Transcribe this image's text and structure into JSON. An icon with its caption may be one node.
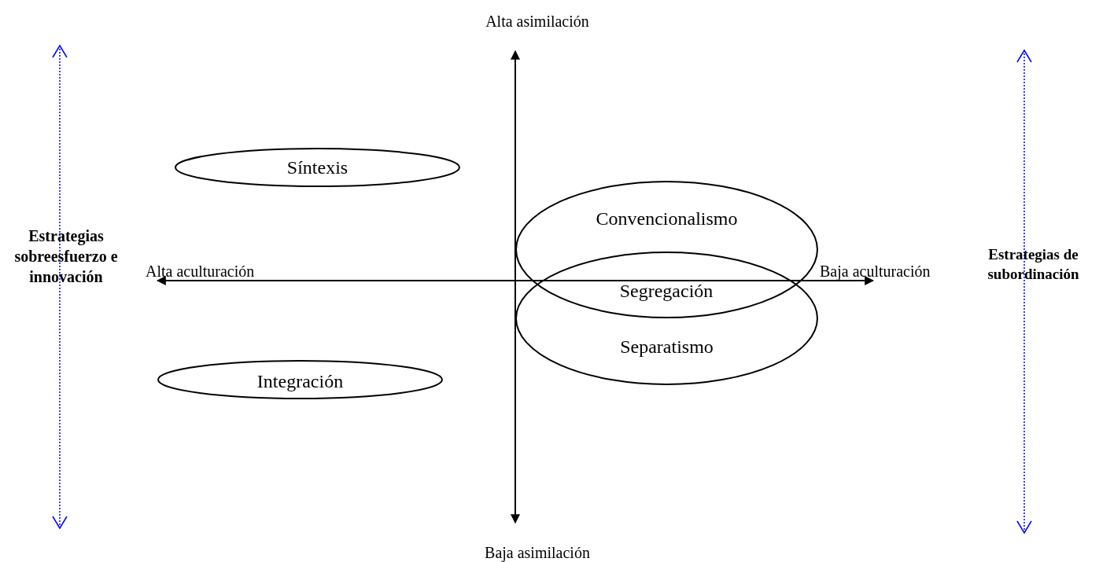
{
  "diagram": {
    "nodes": [
      {
        "text": [
          "Síntexis"
        ]
      },
      {
        "text": [
          "Convencionalismo"
        ]
      },
      {
        "text": [
          "Separatismo"
        ]
      },
      {
        "text": [
          "Integración"
        ]
      }
    ],
    "labels": [
      "Alta asimilación",
      "Estrategias sobreesfuerzo e innovación",
      "Alta aculturación",
      "Segregación",
      "Baja aculturación",
      "Estrategias de subordinación",
      "Baja asimilación"
    ]
  }
}
